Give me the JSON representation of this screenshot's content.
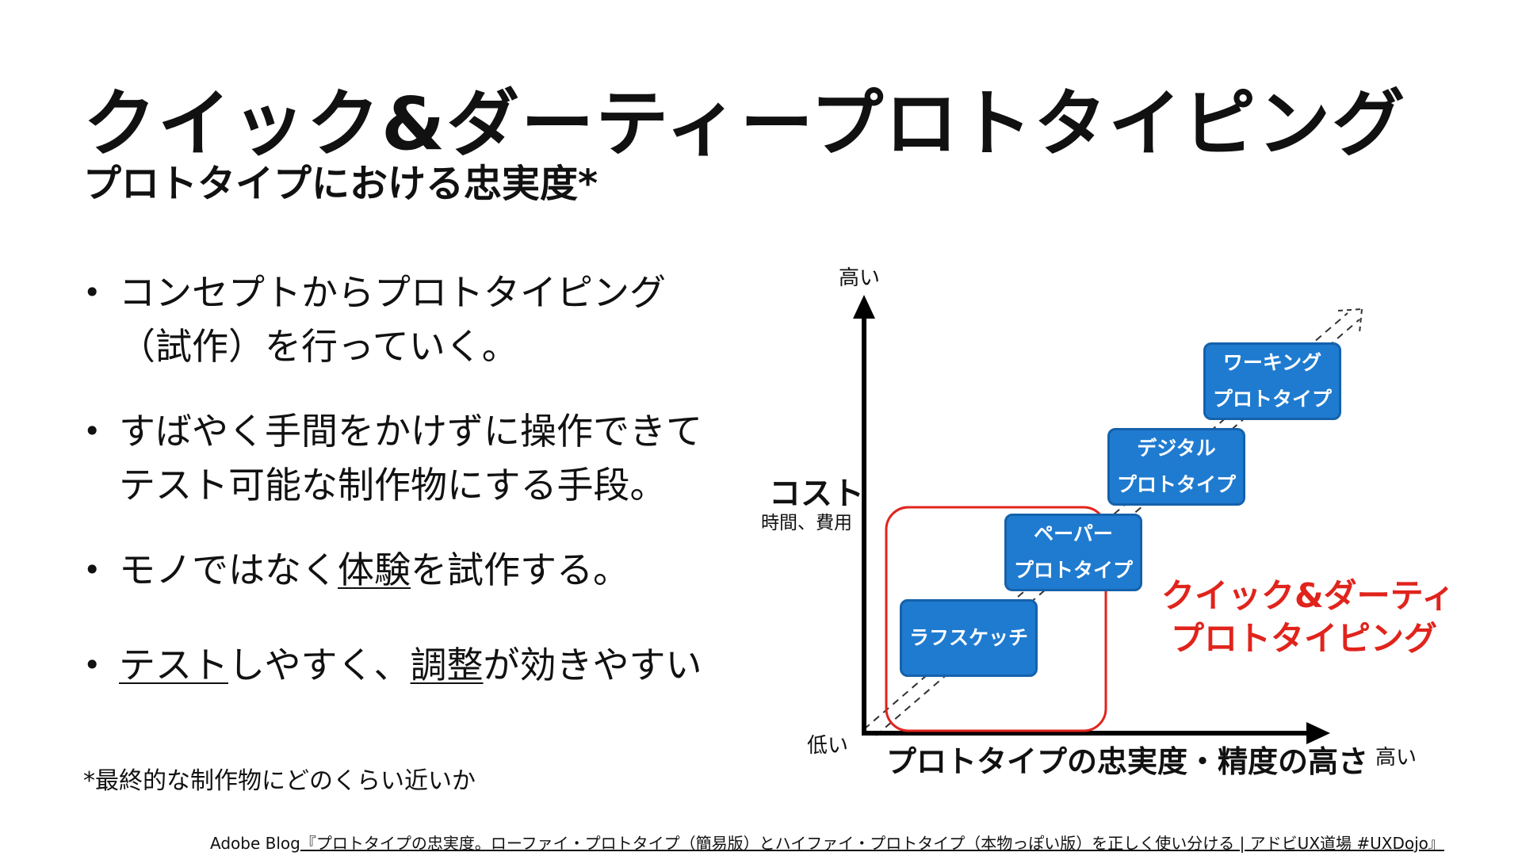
{
  "title": "クイック&ダーティープロトタイピング",
  "subtitle": "プロトタイプにおける忠実度*",
  "bullet_marker": "•",
  "bullets": [
    {
      "line1": "コンセプトからプロトタイピング",
      "line2": "（試作）を行っていく。"
    },
    {
      "line1": "すばやく手間をかけずに操作できて",
      "line2": "テスト可能な制作物にする手段。"
    },
    {
      "pre": "モノではなく",
      "underlined": "体験",
      "post": "を試作する。"
    },
    {
      "underlined1": "テスト",
      "mid": "しやすく、",
      "underlined2": "調整",
      "post": "が効きやすい"
    }
  ],
  "footnote": "*最終的な制作物にどのくらい近いか",
  "source": {
    "prefix": "Adobe Blog",
    "link_text": "『プロトタイプの忠実度。ローファイ・プロトタイプ（簡易版）とハイファイ・プロトタイプ（本物っぽい版）を正しく使い分ける | アドビUX道場 #UXDojo』"
  },
  "diagram": {
    "y_axis_high": "高い",
    "y_axis_low": "低い",
    "x_axis_high": "高い",
    "y_label": "コスト",
    "y_sublabel": "時間、費用",
    "x_label": "プロトタイプの忠実度・精度の高さ",
    "stages": [
      {
        "line1": "ラフスケッチ",
        "line2": ""
      },
      {
        "line1": "ペーパー",
        "line2": "プロトタイプ"
      },
      {
        "line1": "デジタル",
        "line2": "プロトタイプ"
      },
      {
        "line1": "ワーキング",
        "line2": "プロトタイプ"
      }
    ],
    "highlight_line1": "クイック&ダーティ",
    "highlight_line2": "プロトタイピング",
    "colors": {
      "box_fill": "#1f7bd0",
      "box_border": "#1561ab",
      "highlight": "#e0241c",
      "axis": "#000000"
    }
  }
}
